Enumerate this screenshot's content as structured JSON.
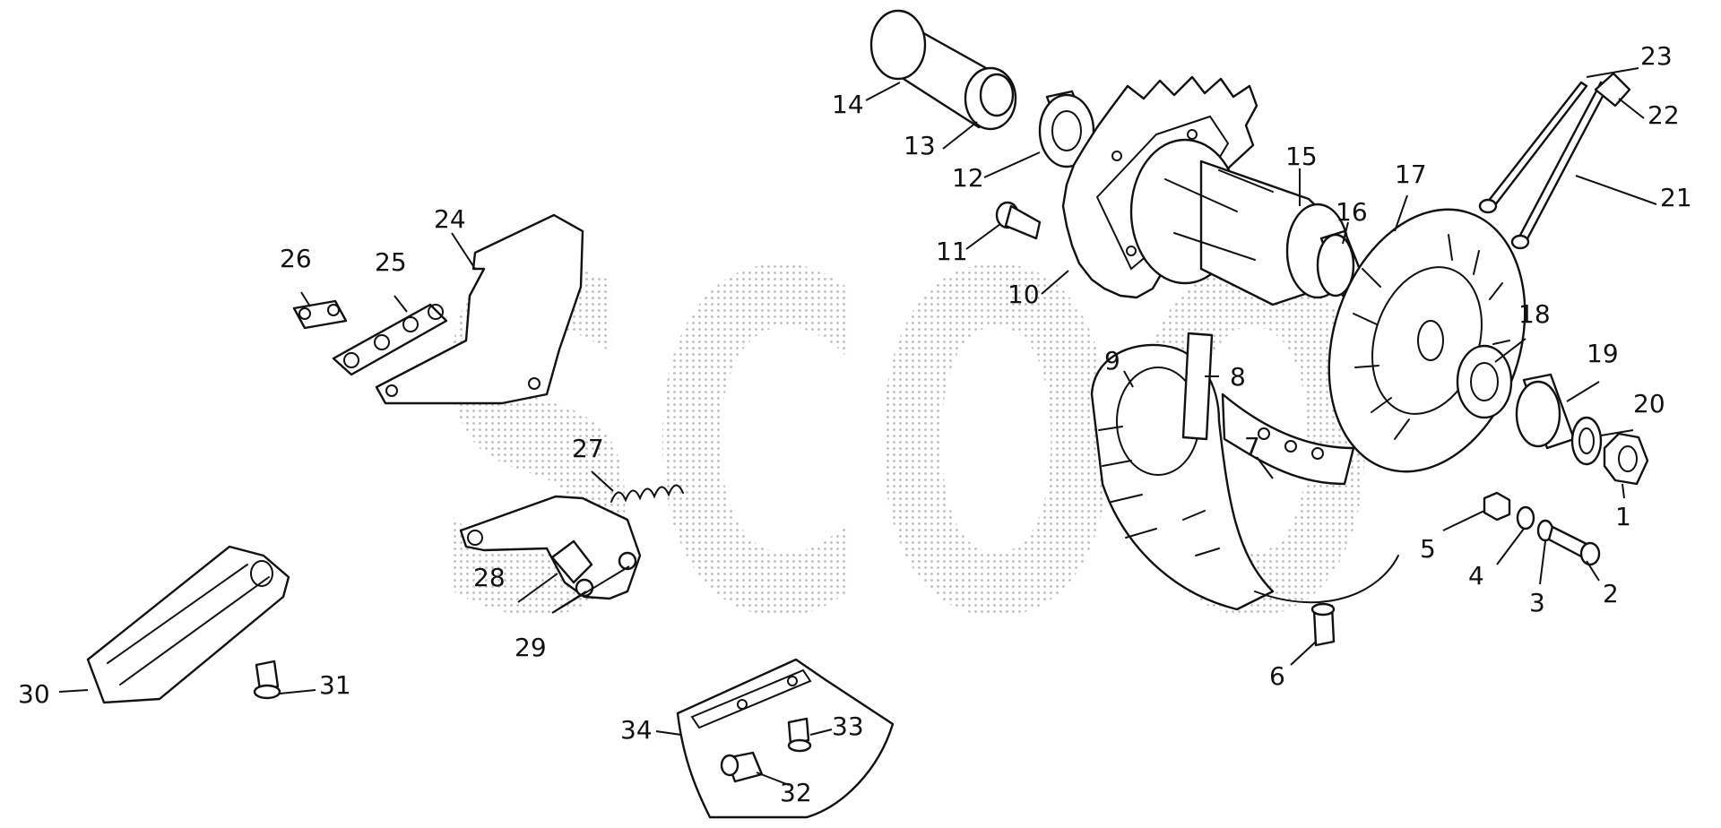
{
  "watermark": {
    "text": "SCOO"
  },
  "colors": {
    "ink": "#111111",
    "background": "#ffffff",
    "watermark": "#bdbdbd"
  },
  "callouts": [
    {
      "id": "1",
      "label": "1"
    },
    {
      "id": "2",
      "label": "2"
    },
    {
      "id": "3",
      "label": "3"
    },
    {
      "id": "4",
      "label": "4"
    },
    {
      "id": "5",
      "label": "5"
    },
    {
      "id": "6",
      "label": "6"
    },
    {
      "id": "7",
      "label": "7"
    },
    {
      "id": "8",
      "label": "8"
    },
    {
      "id": "9",
      "label": "9"
    },
    {
      "id": "10",
      "label": "10"
    },
    {
      "id": "11",
      "label": "11"
    },
    {
      "id": "12",
      "label": "12"
    },
    {
      "id": "13",
      "label": "13"
    },
    {
      "id": "14",
      "label": "14"
    },
    {
      "id": "15",
      "label": "15"
    },
    {
      "id": "16",
      "label": "16"
    },
    {
      "id": "17",
      "label": "17"
    },
    {
      "id": "18",
      "label": "18"
    },
    {
      "id": "19",
      "label": "19"
    },
    {
      "id": "20",
      "label": "20"
    },
    {
      "id": "21",
      "label": "21"
    },
    {
      "id": "22",
      "label": "22"
    },
    {
      "id": "23",
      "label": "23"
    },
    {
      "id": "24",
      "label": "24"
    },
    {
      "id": "25",
      "label": "25"
    },
    {
      "id": "26",
      "label": "26"
    },
    {
      "id": "27",
      "label": "27"
    },
    {
      "id": "28",
      "label": "28"
    },
    {
      "id": "29",
      "label": "29"
    },
    {
      "id": "30",
      "label": "30"
    },
    {
      "id": "31",
      "label": "31"
    },
    {
      "id": "32",
      "label": "32"
    },
    {
      "id": "33",
      "label": "33"
    },
    {
      "id": "34",
      "label": "34"
    }
  ]
}
